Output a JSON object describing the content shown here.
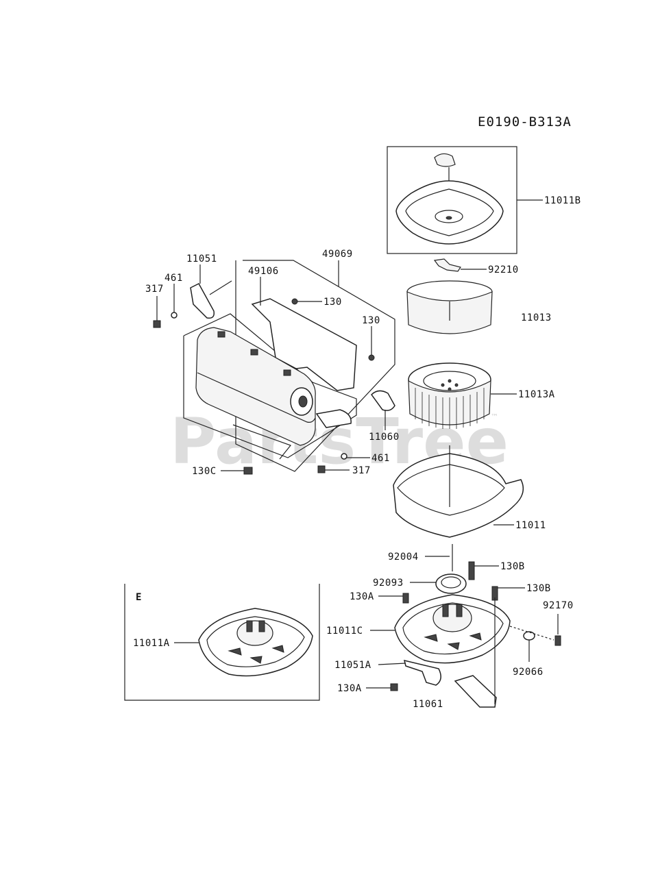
{
  "diagram_code": "E0190-B313A",
  "inset_label": "E",
  "watermark": {
    "text": "PartsTree",
    "trademark": "™"
  },
  "labels": {
    "p11011B": "11011B",
    "p92210": "92210",
    "p11013": "11013",
    "p11013A": "11013A",
    "p11011": "11011",
    "p49069": "49069",
    "p49106": "49106",
    "p11051": "11051",
    "p461_top": "461",
    "p317_top": "317",
    "p130_a": "130",
    "p130_b": "130",
    "p11060": "11060",
    "p461_bot": "461",
    "p317_bot": "317",
    "p130C": "130C",
    "p92004": "92004",
    "p130B_a": "130B",
    "p92093": "92093",
    "p130B_b": "130B",
    "p130A_a": "130A",
    "p92170": "92170",
    "p11011C": "11011C",
    "p11051A": "11051A",
    "p92066": "92066",
    "p130A_b": "130A",
    "p11061": "11061",
    "p11011A": "11011A"
  }
}
